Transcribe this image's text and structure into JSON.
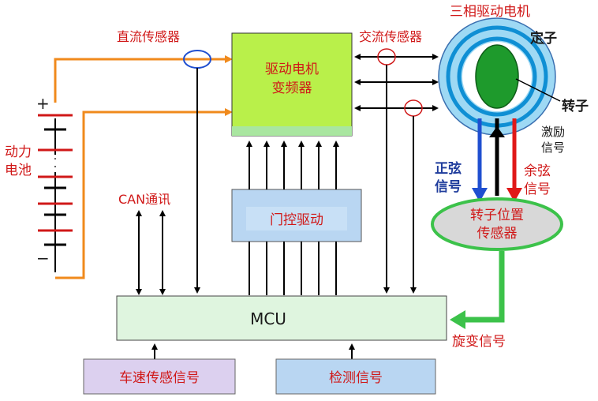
{
  "labels": {
    "dc_sensor": "直流传感器",
    "ac_sensor": "交流传感器",
    "motor_title": "三相驱动电机",
    "stator": "定子",
    "rotor": "转子",
    "excitation_line1": "激励",
    "excitation_line2": "信号",
    "sine_line1": "正弦",
    "sine_line2": "信号",
    "cosine_line1": "余弦",
    "cosine_line2": "信号",
    "rotor_pos_line1": "转子位置",
    "rotor_pos_line2": "传感器",
    "inverter_line1": "驱动电机",
    "inverter_line2": "变频器",
    "gate_drive": "门控驱动",
    "can": "CAN通讯",
    "battery_line1": "动力",
    "battery_line2": "电池",
    "plus": "+",
    "minus": "−",
    "mcu": "MCU",
    "resolver_signal": "旋变信号",
    "speed_sensor": "车速传感信号",
    "detect_signal": "检测信号"
  },
  "colors": {
    "red_text": "#d01818",
    "dark_text": "#1a1a1a",
    "blue_text": "#1f3c9c",
    "orange_wire": "#f08a1c",
    "inverter_fill": "#b9f04a",
    "gate_fill": "#b9d6f2",
    "mcu_fill": "#dff5df",
    "speed_fill": "#dcd0ef",
    "detect_fill": "#b9d6f2",
    "green_arrow": "#3cc24a",
    "motor_outer": "#9ed9f4",
    "motor_ring": "#0f8fd4",
    "rotor_green": "#1e9a2c"
  }
}
